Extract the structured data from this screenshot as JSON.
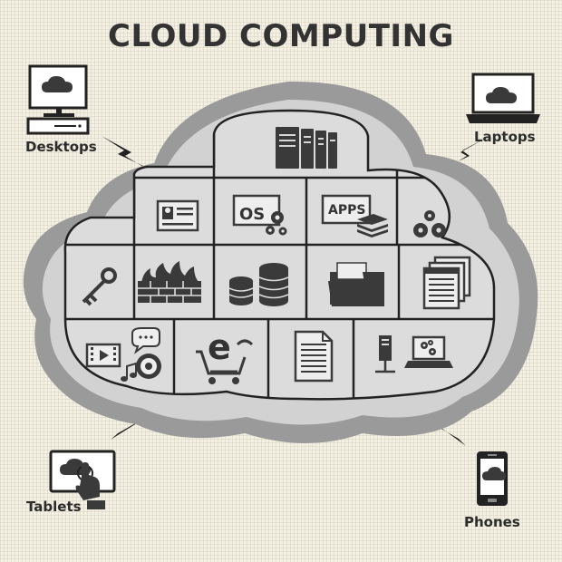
{
  "title": "CLOUD COMPUTING",
  "devices": {
    "desktops": "Desktops",
    "laptops": "Laptops",
    "tablets": "Tablets",
    "phones": "Phones"
  },
  "tiles": {
    "os": "OS",
    "apps": "APPS",
    "email_letter": "e"
  },
  "colors": {
    "background": "#f4f1e4",
    "cloud_outer": "#9a9a9a",
    "cloud_inner": "#d2d2d2",
    "cell_fill": "#dcdcdc",
    "line": "#222222",
    "icon": "#3a3a3a"
  },
  "icons": [
    "server-icon",
    "id-card-icon",
    "os-window-icon",
    "apps-window-icon",
    "gears-icon",
    "key-icon",
    "firewall-icon",
    "database-icon",
    "folder-icon",
    "documents-icon",
    "media-icon",
    "e-commerce-cart-icon",
    "document-icon",
    "network-computer-icon",
    "desktop-cloud-icon",
    "laptop-cloud-icon",
    "tablet-touch-icon",
    "phone-cloud-icon"
  ]
}
